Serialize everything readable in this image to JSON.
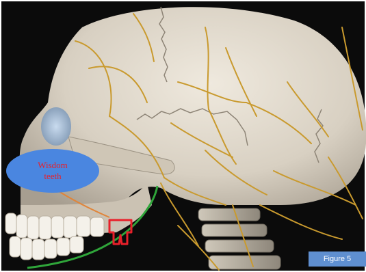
{
  "callout": {
    "line1": "Wisdom",
    "line2": "teeth",
    "fill_color": "#4a86e0",
    "text_color": "#e8202a"
  },
  "caption": {
    "text": "Figure 5",
    "fill_color": "#5f8fd0"
  },
  "colors": {
    "background": "#0b0b0b",
    "skull": "#ddd6ca",
    "nerves": "#c99a2e",
    "highlight_outline": "#e8202a",
    "pathway_line": "#2fa53a",
    "pointer_line": "#e0853a"
  },
  "icons": [
    "skull-illustration",
    "nerve-network",
    "tooth-outline"
  ]
}
